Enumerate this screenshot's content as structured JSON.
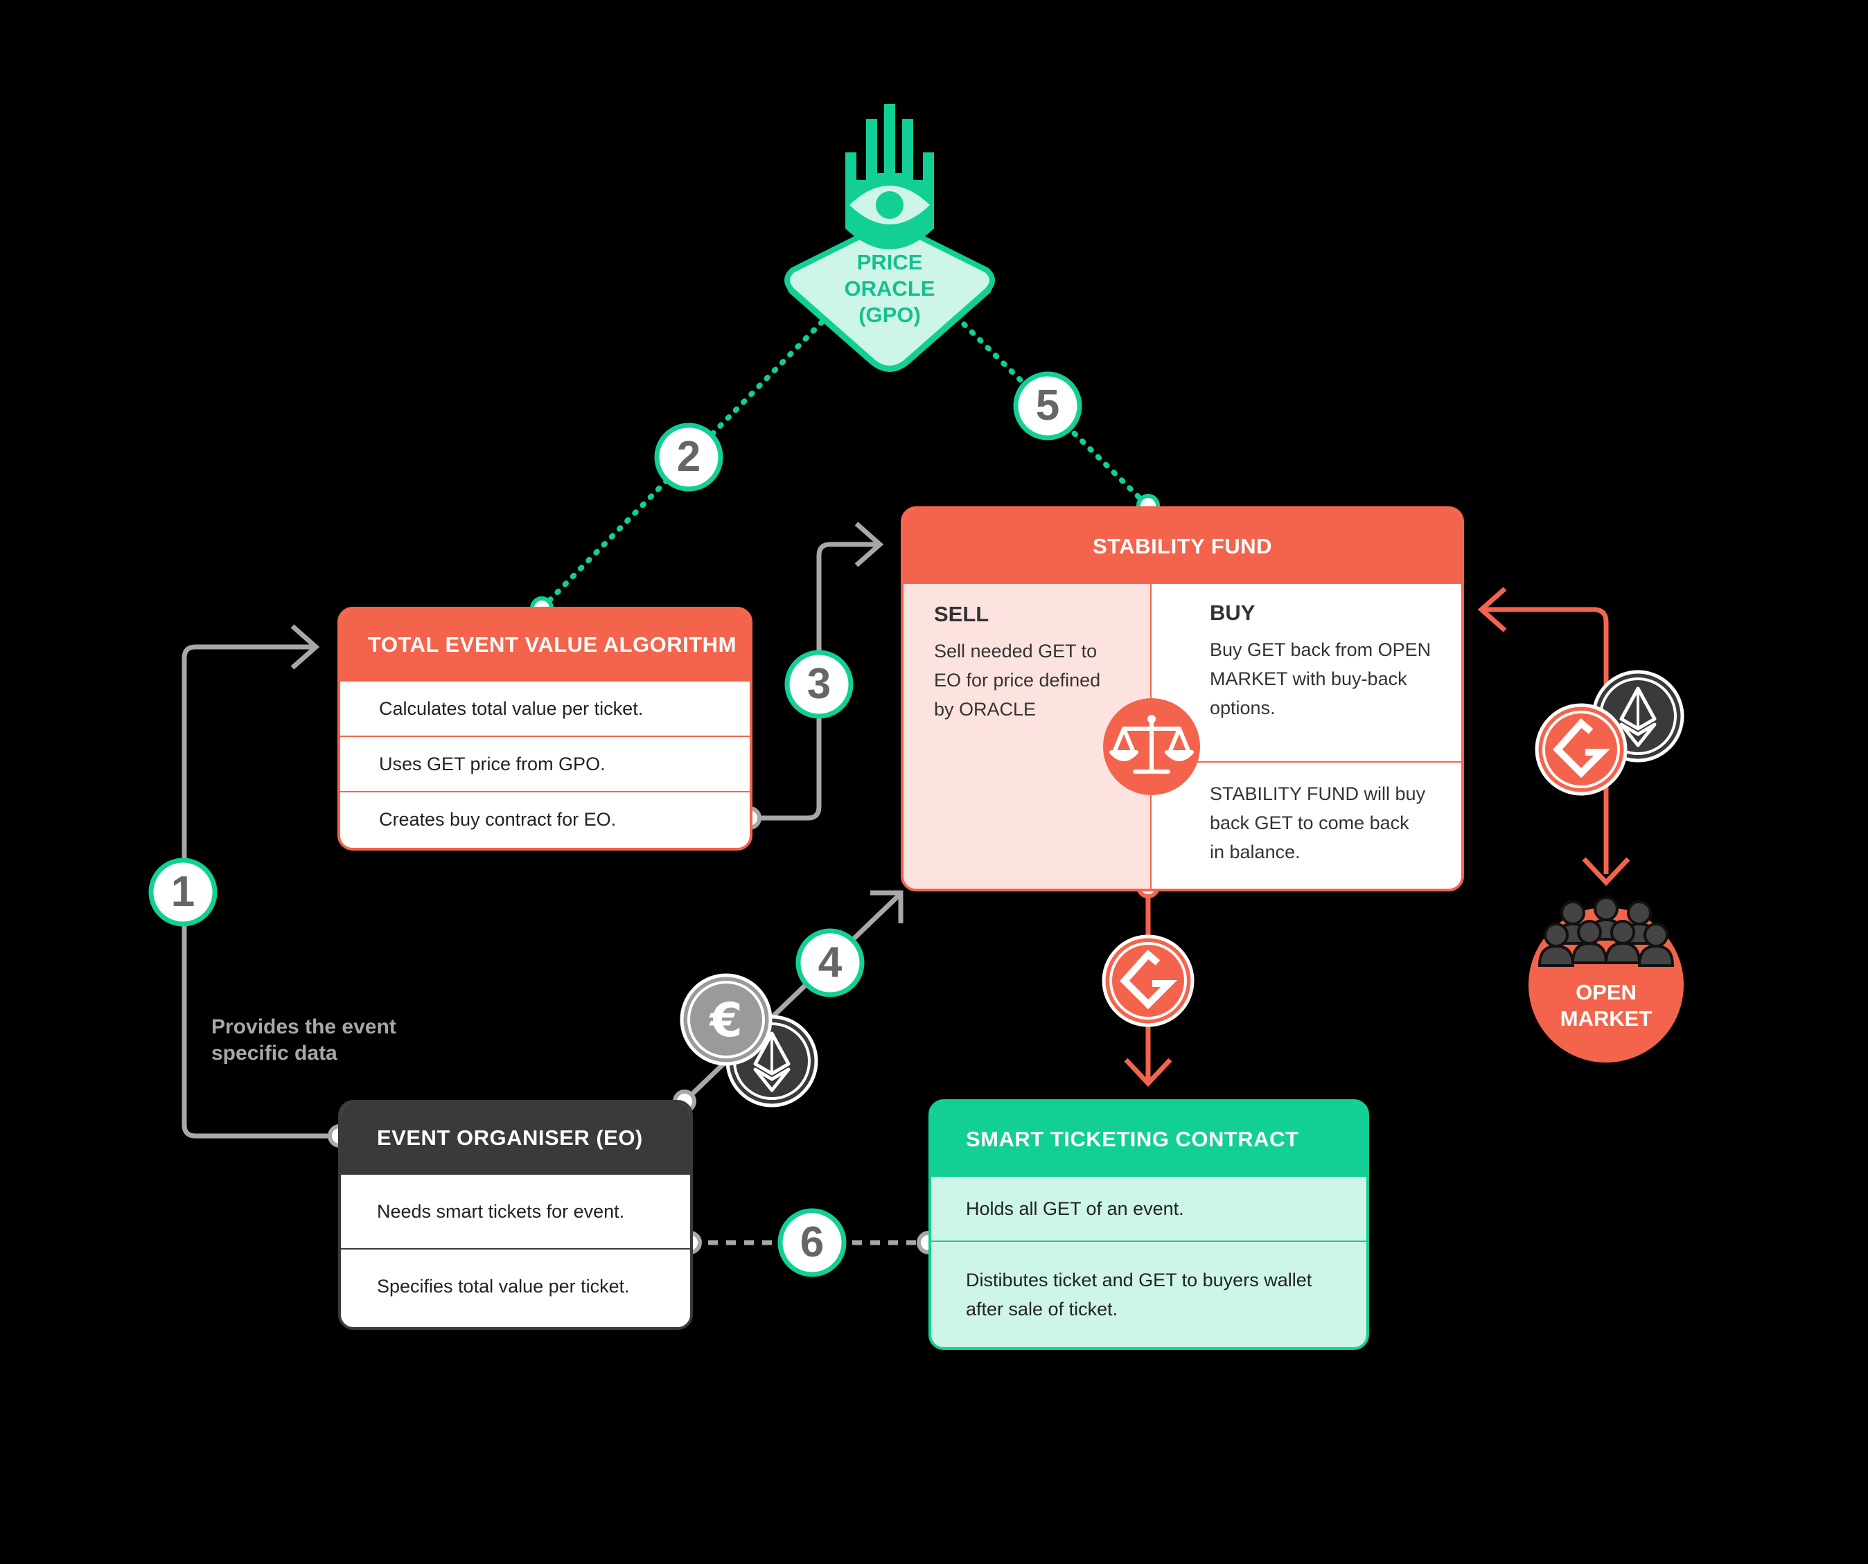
{
  "oracle": {
    "label": "PRICE\nORACLE\n(GPO)"
  },
  "steps": [
    "1",
    "2",
    "3",
    "4",
    "5",
    "6"
  ],
  "total_event_value_algorithm": {
    "title": "TOTAL EVENT VALUE ALGORITHM",
    "rows": [
      "Calculates total value per ticket.",
      "Uses GET price from GPO.",
      "Creates buy contract for EO."
    ]
  },
  "stability_fund": {
    "title": "STABILITY FUND",
    "sell_title": "SELL",
    "sell_text": "Sell needed GET to\nEO for price defined\nby ORACLE",
    "buy_title": "BUY",
    "buy_text": "Buy GET back from OPEN\nMARKET with buy-back\noptions.",
    "buyback_text": "STABILITY FUND will buy\nback GET to come back\nin balance."
  },
  "event_organiser": {
    "title": "EVENT ORGANISER (EO)",
    "rows": [
      "Needs smart tickets for event.",
      "Specifies total value per ticket."
    ]
  },
  "smart_ticketing_contract": {
    "title": "SMART TICKETING CONTRACT",
    "rows": [
      "Holds all GET of an event.",
      "Distibutes ticket and GET to buyers wallet\nafter sale of ticket."
    ]
  },
  "provides_note": "Provides the event\nspecific data",
  "open_market": {
    "label": "OPEN\nMARKET"
  },
  "icons": [
    "eye-hand-icon",
    "scale-icon",
    "get-token-icon",
    "ethereum-icon",
    "euro-coin-icon",
    "crowd-icon"
  ],
  "colors": {
    "coral": "#f4644c",
    "green": "#12cf95",
    "dark": "#3a3a3a",
    "grey_line": "#a8a8a8",
    "mint": "#cdf5e8",
    "pink": "#fde3df"
  }
}
